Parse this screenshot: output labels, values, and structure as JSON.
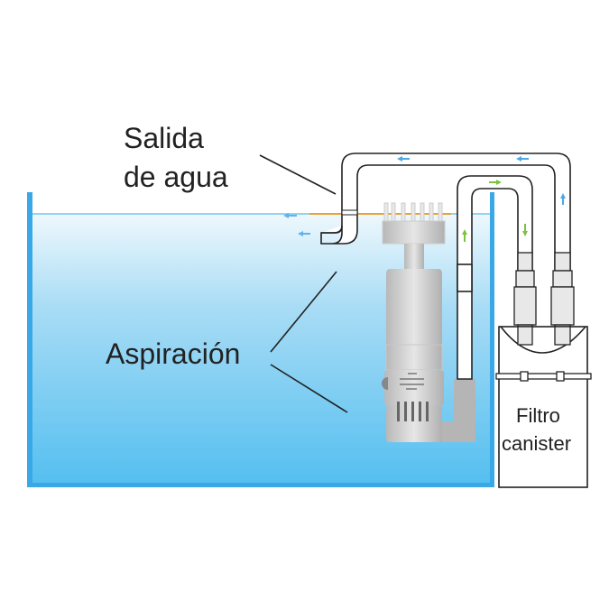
{
  "labels": {
    "outlet_line1": "Salida",
    "outlet_line2": "de agua",
    "intake": "Aspiración",
    "filter_line1": "Filtro",
    "filter_line2": "canister"
  },
  "colors": {
    "water_top": "#e8f6fd",
    "water_bottom": "#55bff0",
    "tank_wall": "#3aa8e6",
    "flow_out": "#4aa8e8",
    "flow_in": "#7cc242",
    "surface_line": "#e8a230"
  }
}
